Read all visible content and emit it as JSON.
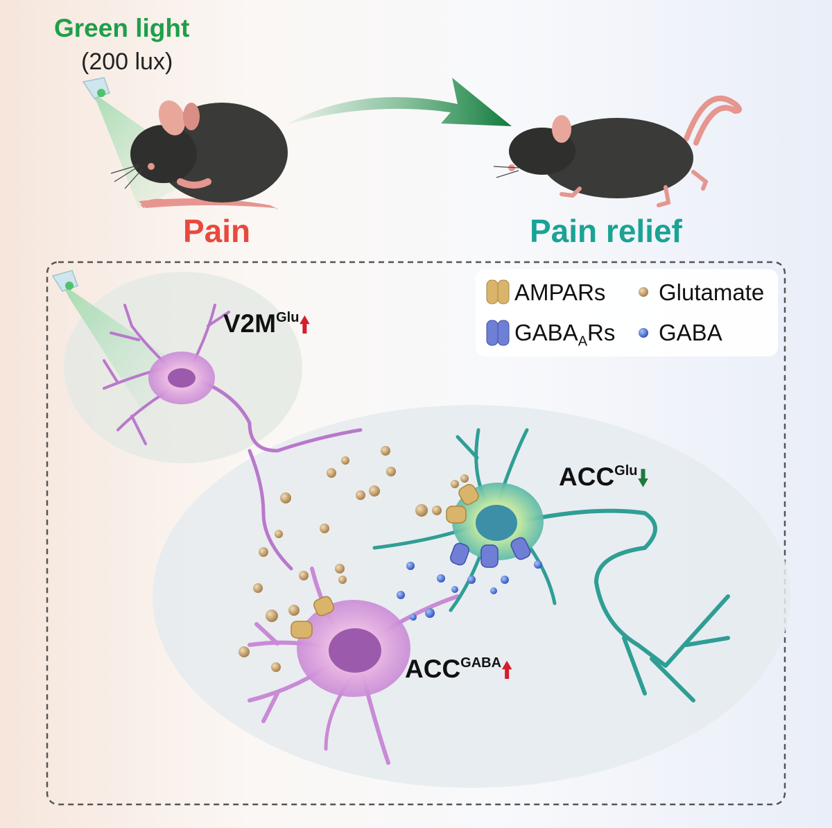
{
  "header": {
    "light_label": "Green light",
    "light_intensity": "(200 lux)",
    "pain_label": "Pain",
    "relief_label": "Pain relief"
  },
  "neurons": {
    "v2m": {
      "name": "V2M",
      "sup": "Glu",
      "direction": "up",
      "arrow_color": "#d11f2c"
    },
    "acc_glu": {
      "name": "ACC",
      "sup": "Glu",
      "direction": "down",
      "arrow_color": "#1b7a3a"
    },
    "acc_gaba": {
      "name": "ACC",
      "sup": "GABA",
      "direction": "up",
      "arrow_color": "#d11f2c"
    }
  },
  "legend": {
    "ampars": "AMPARs",
    "gabaars_main": "GABA",
    "gabaars_sub": "A",
    "gabaars_tail": "Rs",
    "glutamate": "Glutamate",
    "gaba": "GABA"
  },
  "colors": {
    "green_light": "#1e9f49",
    "pain": "#e8493f",
    "relief": "#1aa394",
    "v2m_neuron": "#c98ad6",
    "acc_gaba_neuron": "#c98ad6",
    "acc_glu_neuron": "#2f9e95",
    "glutamate": "#b48a55",
    "gaba": "#3f6fd1",
    "ampar": "#d9b46a",
    "gabaar": "#6f7fd6"
  }
}
